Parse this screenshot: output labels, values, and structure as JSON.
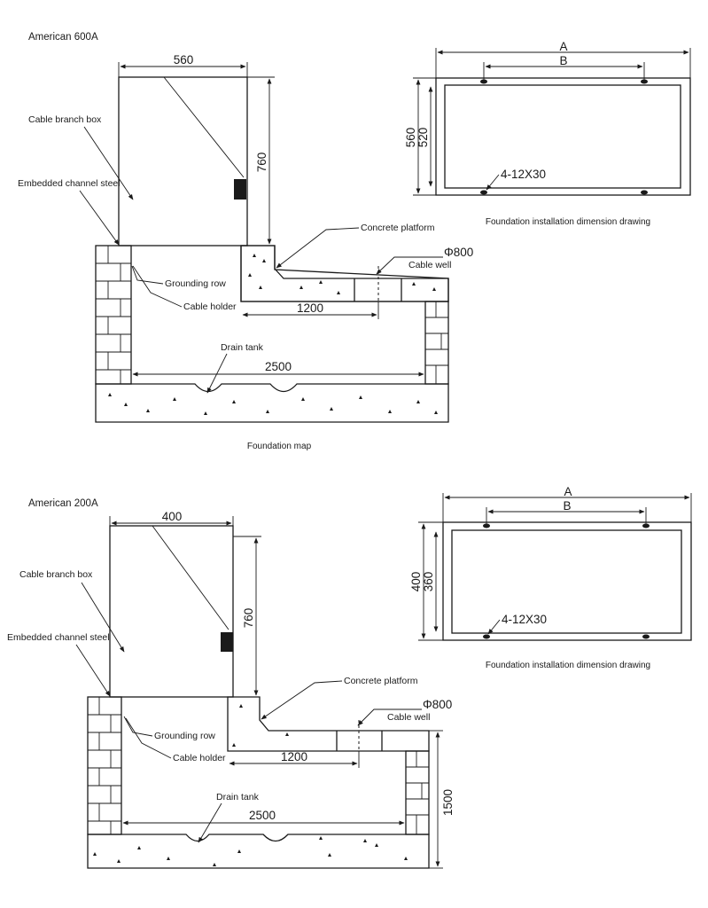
{
  "top": {
    "title": "American 600A",
    "dim_width": "560",
    "dim_height": "760",
    "dim_platform": "1200",
    "dim_pit": "2500",
    "phi": "Φ800",
    "labels": {
      "cable_branch_box": "Cable branch box",
      "embedded_channel_steel": "Embedded channel steel",
      "concrete_platform": "Concrete platform",
      "cable_well": "Cable well",
      "grounding_row": "Grounding row",
      "cable_holder": "Cable holder",
      "drain_tank": "Drain tank"
    },
    "map_caption": "Foundation map",
    "install": {
      "dim_a": "A",
      "dim_b": "B",
      "dim_outer": "560",
      "dim_inner": "520",
      "holes": "4-12X30",
      "caption": "Foundation installation dimension drawing"
    }
  },
  "bottom": {
    "title": "American 200A",
    "dim_width": "400",
    "dim_height": "760",
    "dim_platform": "1200",
    "dim_pit": "2500",
    "dim_depth": "1500",
    "phi": "Φ800",
    "labels": {
      "cable_branch_box": "Cable branch box",
      "embedded_channel_steel": "Embedded channel steel",
      "concrete_platform": "Concrete platform",
      "cable_well": "Cable well",
      "grounding_row": "Grounding row",
      "cable_holder": "Cable holder",
      "drain_tank": "Drain tank"
    },
    "install": {
      "dim_a": "A",
      "dim_b": "B",
      "dim_outer": "400",
      "dim_inner": "360",
      "holes": "4-12X30",
      "caption": "Foundation installation dimension drawing"
    }
  }
}
